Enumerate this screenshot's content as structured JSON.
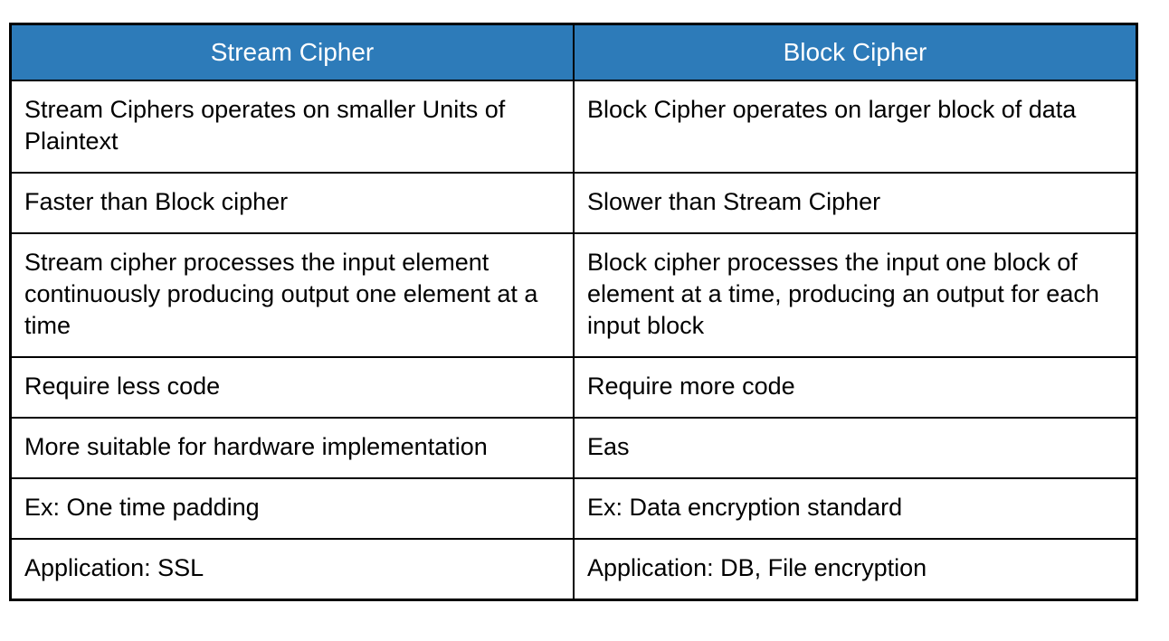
{
  "table": {
    "headers": [
      "Stream Cipher",
      "Block Cipher"
    ],
    "rows": [
      [
        "Stream Ciphers operates on smaller Units of Plaintext",
        "Block Cipher operates on larger block of data"
      ],
      [
        "Faster than Block cipher",
        "Slower than Stream Cipher"
      ],
      [
        "Stream cipher processes the input element continuously producing output one element at a time",
        "Block cipher processes the input one block of element at a time, producing an output for each input block"
      ],
      [
        "Require less code",
        "Require more code"
      ],
      [
        "More suitable for hardware implementation",
        "Eas"
      ],
      [
        "Ex: One time padding",
        "Ex: Data encryption standard"
      ],
      [
        "Application: SSL",
        "Application: DB, File encryption"
      ]
    ],
    "colors": {
      "header_bg": "#2d7bb9",
      "header_text": "#ffffff",
      "body_text": "#000000",
      "border": "#000000",
      "page_bg": "#ffffff"
    }
  }
}
